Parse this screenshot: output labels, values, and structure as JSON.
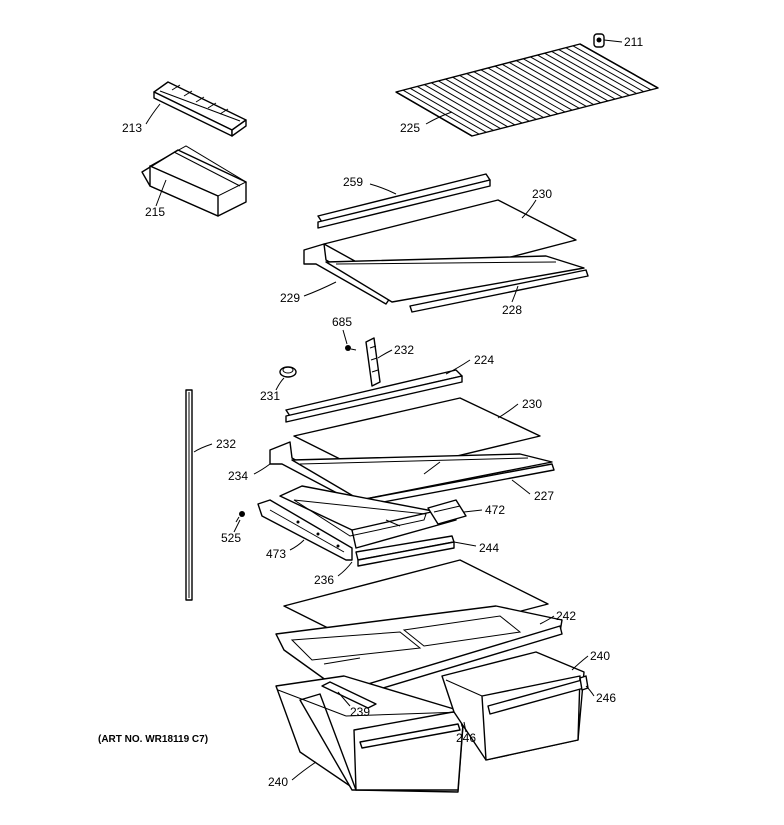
{
  "art_number": "(ART NO. WR18119 C7)",
  "labels": {
    "p211": "211",
    "p213": "213",
    "p215": "215",
    "p225": "225",
    "p259": "259",
    "p230a": "230",
    "p229": "229",
    "p228": "228",
    "p685": "685",
    "p232a": "232",
    "p224": "224",
    "p231": "231",
    "p230b": "230",
    "p232b": "232",
    "p234": "234",
    "p227": "227",
    "p472": "472",
    "p525": "525",
    "p473": "473",
    "p244": "244",
    "p236": "236",
    "p242": "242",
    "p240a": "240",
    "p246a": "246",
    "p239": "239",
    "p246b": "246",
    "p240b": "240"
  }
}
